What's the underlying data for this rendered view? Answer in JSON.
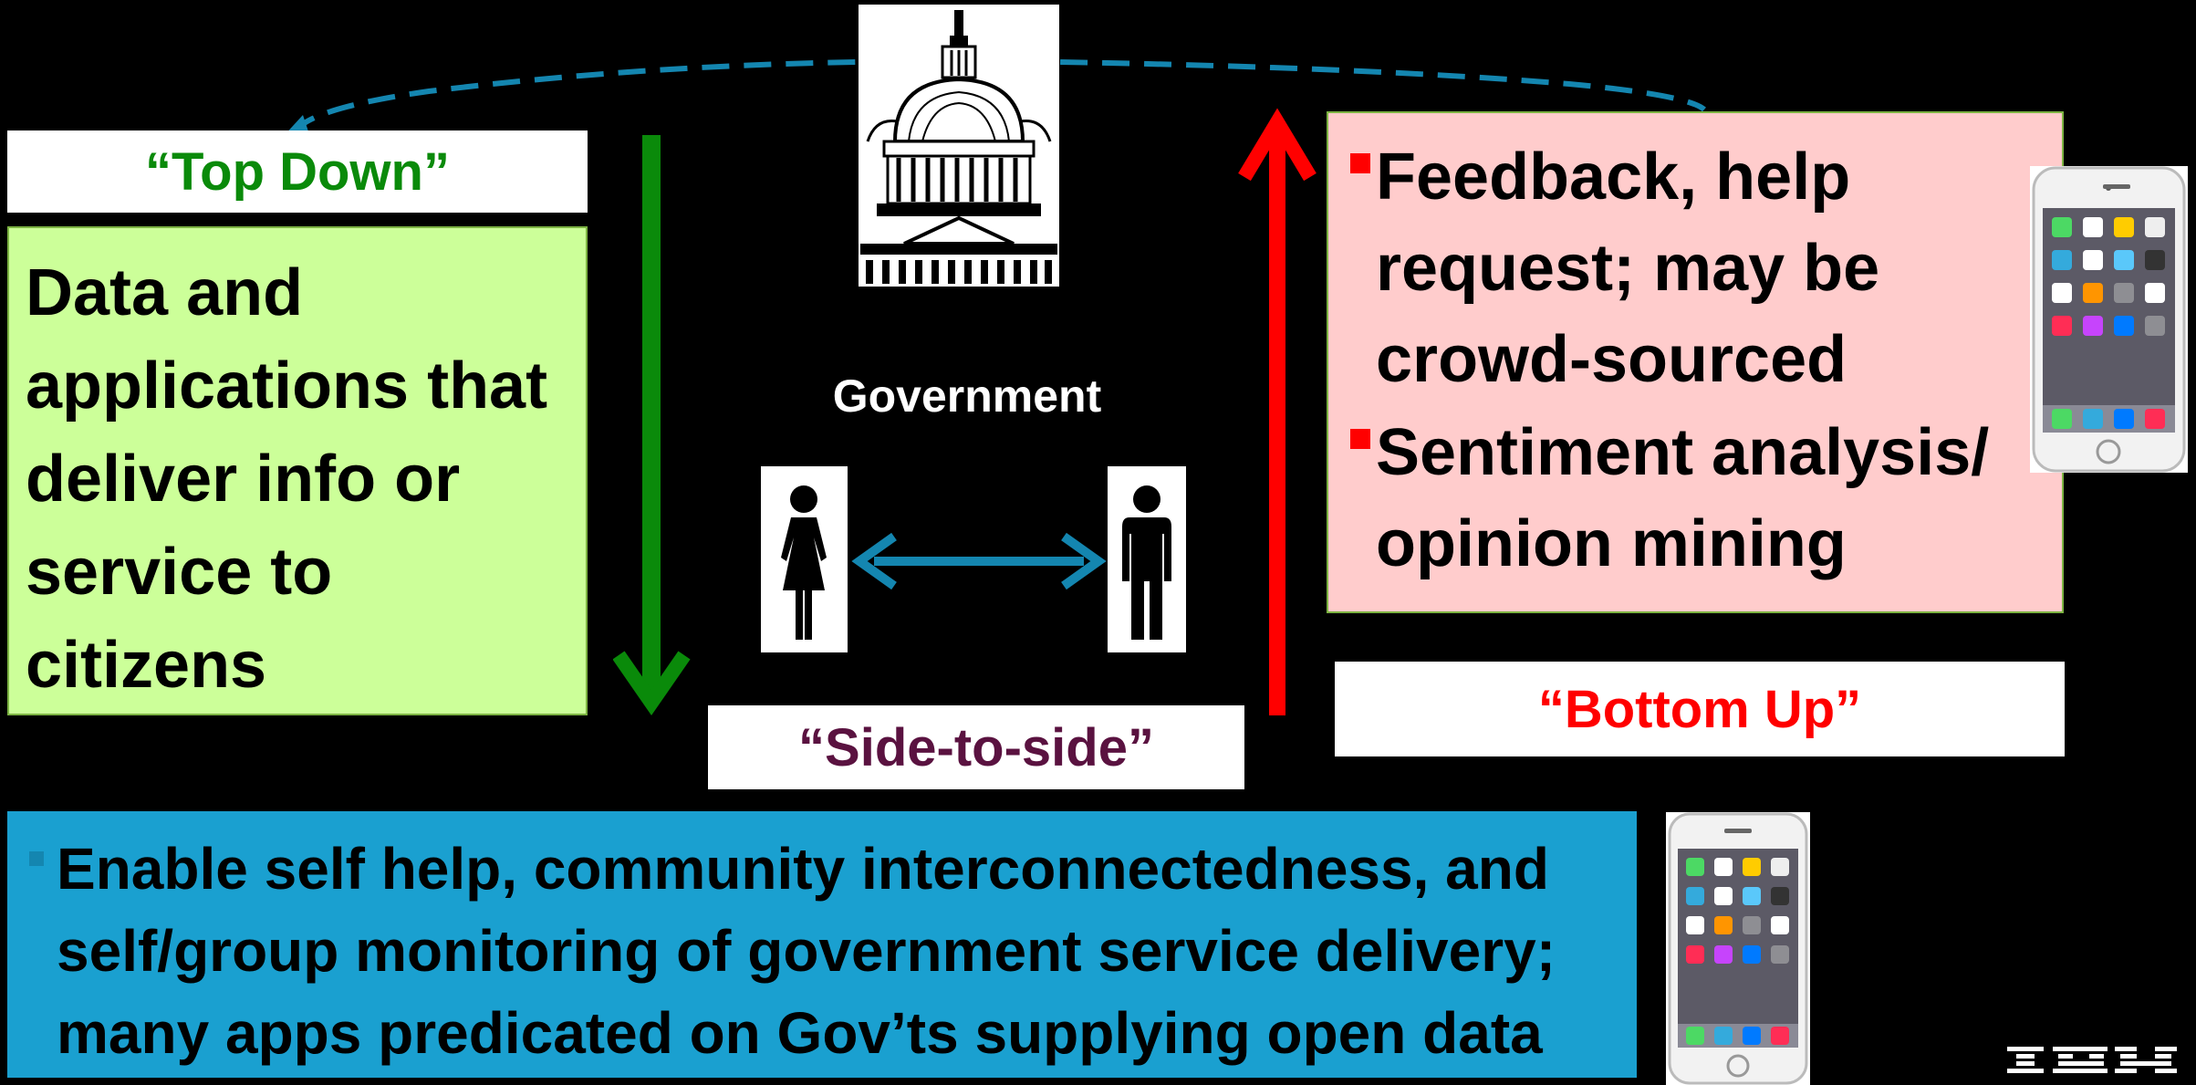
{
  "top_down": {
    "label": "“Top Down”",
    "text": "Data and applications that deliver info or service to citizens"
  },
  "side_to_side": {
    "label": "“Side-to-side”"
  },
  "bottom_up": {
    "label": "“Bottom Up”",
    "bullets": [
      "Feedback, help request; may be crowd-sourced",
      "Sentiment analysis/ opinion mining"
    ]
  },
  "center": {
    "government_label": "Government"
  },
  "bottom_panel": {
    "text": "Enable self help, community interconnectedness, and self/group monitoring of government service delivery; many apps predicated on Gov’ts supplying open data"
  },
  "logo": {
    "text": "IBM"
  },
  "colors": {
    "top_down_green": "#0a8a0a",
    "bottom_up_red": "#ff0000",
    "side_blue": "#1486b0",
    "top_down_panel": "#ccff99",
    "bottom_up_panel": "#ffcccc",
    "bottom_panel": "#1aa0d0"
  },
  "icons": [
    "capitol-building-icon",
    "woman-icon",
    "man-icon",
    "smartphone-icon",
    "ibm-logo-icon"
  ]
}
